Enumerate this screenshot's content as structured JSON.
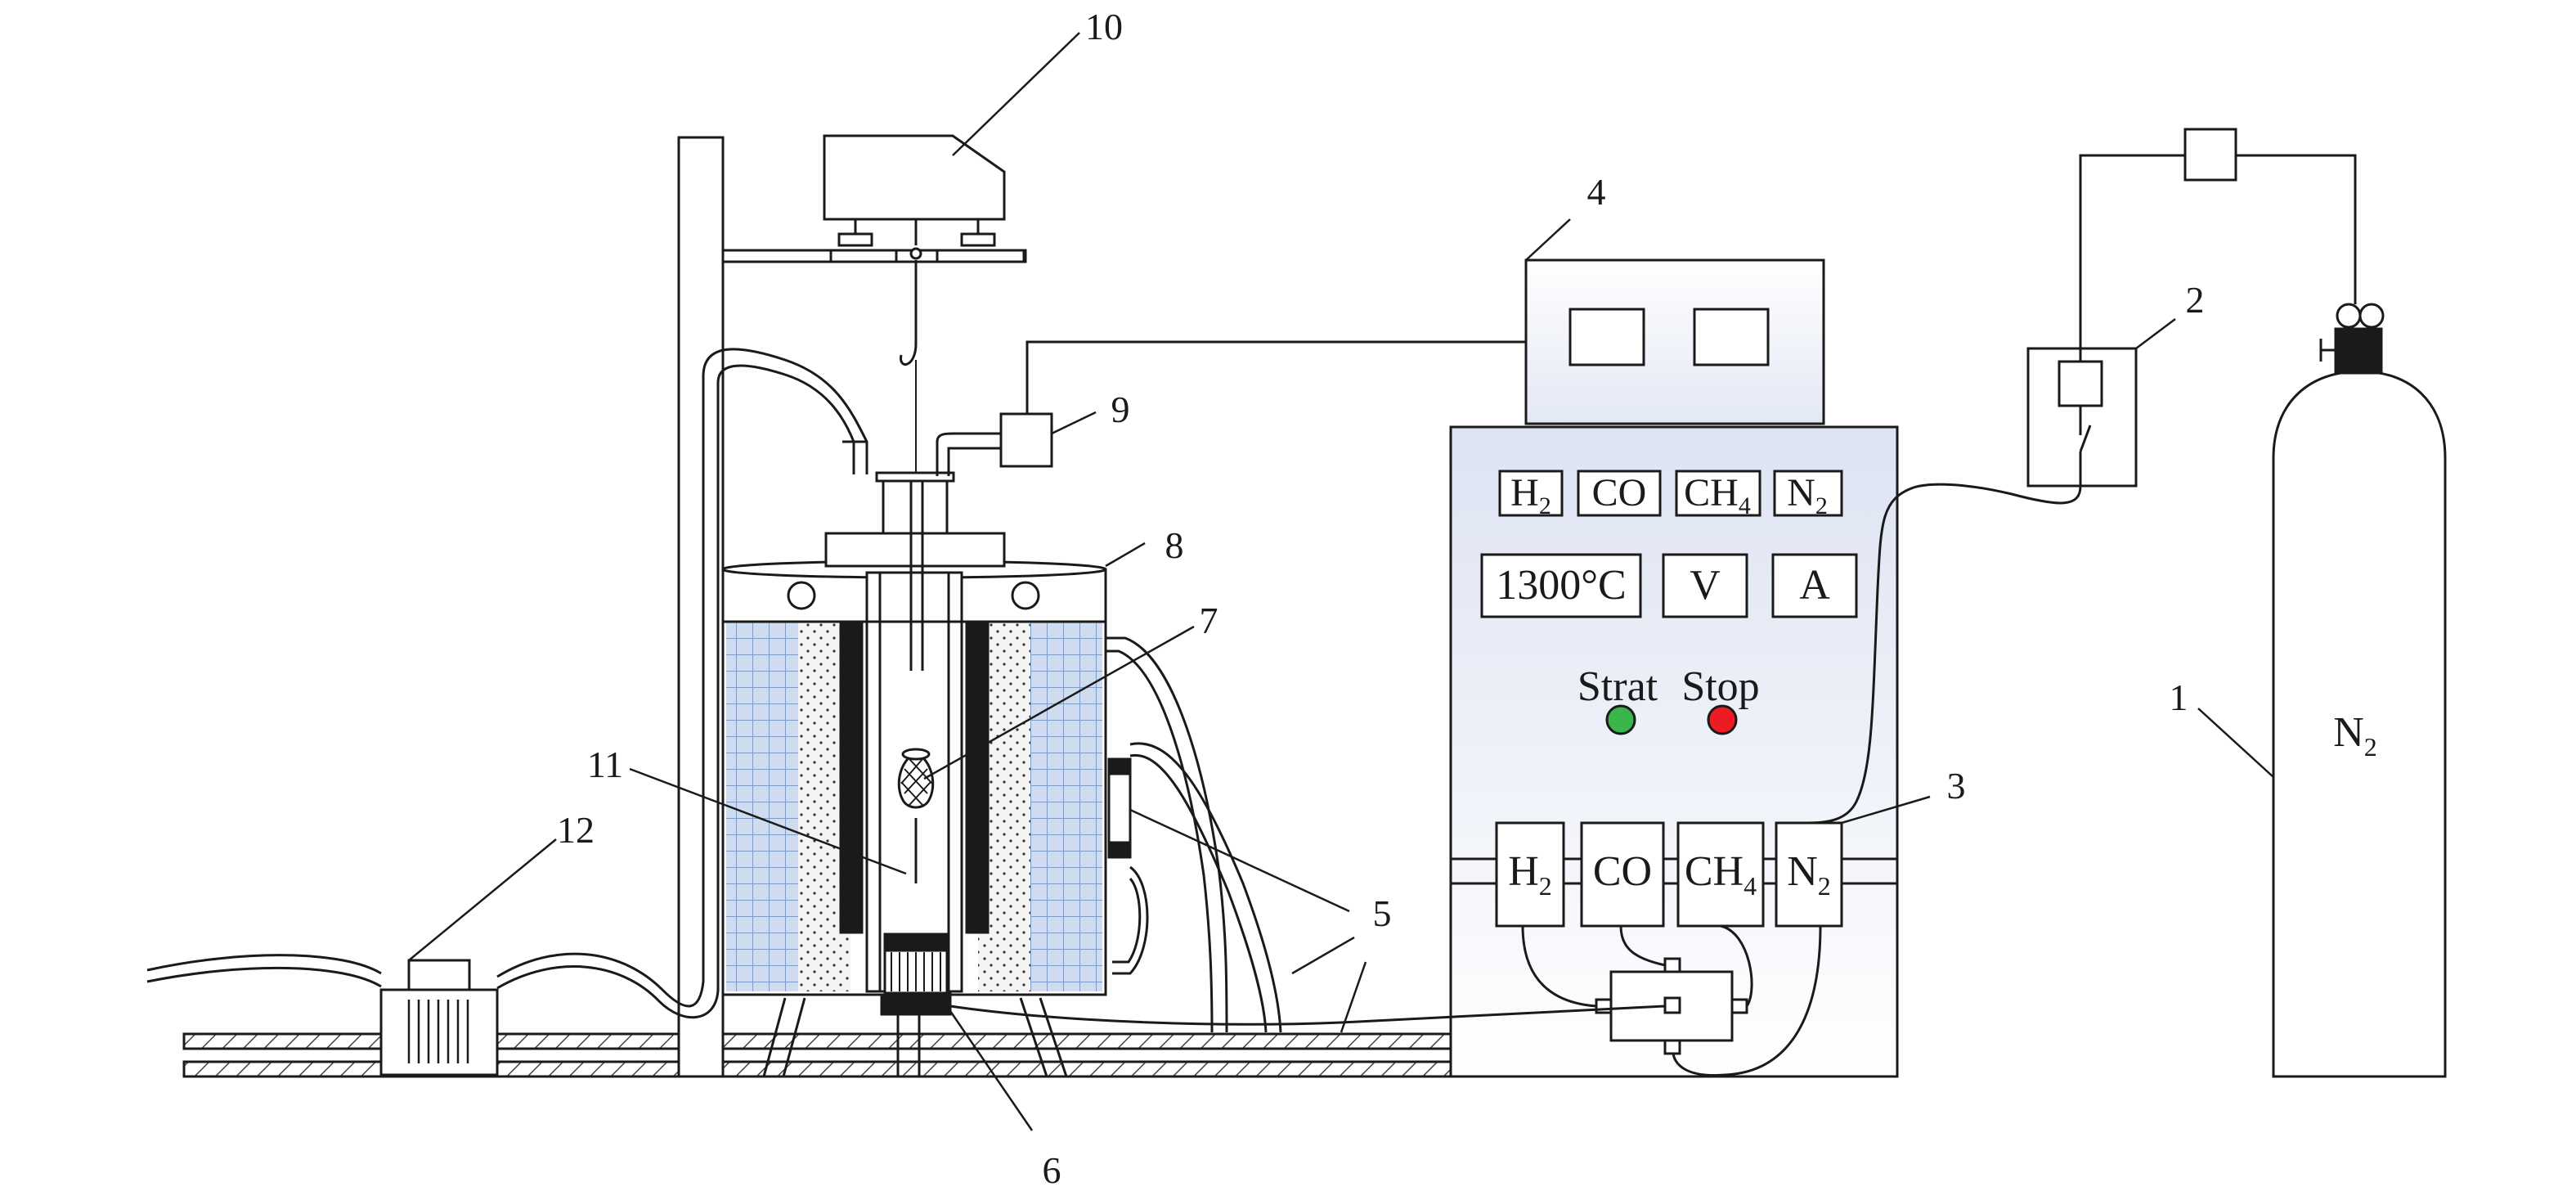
{
  "callouts": {
    "n1": "1",
    "n2": "2",
    "n3": "3",
    "n4": "4",
    "n5": "5",
    "n6": "6",
    "n7": "7",
    "n8": "8",
    "n9": "9",
    "n10": "10",
    "n11": "11",
    "n12": "12"
  },
  "cylinder": {
    "gas": "N",
    "gas_sub": "2"
  },
  "panel": {
    "gas_labels": [
      {
        "main": "H",
        "sub": "2"
      },
      {
        "main": "CO",
        "sub": ""
      },
      {
        "main": "CH",
        "sub": "4"
      },
      {
        "main": "N",
        "sub": "2"
      }
    ],
    "temperature": "1300°C",
    "voltage": "V",
    "current": "A",
    "start_label": "Strat",
    "stop_label": "Stop"
  },
  "flowmeters": [
    {
      "main": "H",
      "sub": "2"
    },
    {
      "main": "CO",
      "sub": ""
    },
    {
      "main": "CH",
      "sub": "4"
    },
    {
      "main": "N",
      "sub": "2"
    }
  ],
  "colors": {
    "line": "#1a1a1a",
    "panel_top": "#ffffff",
    "panel_bottom": "#dde3f2",
    "insulation": "#c9d9ef",
    "grid": "#8fa6cc",
    "start_button": "#39b54a",
    "stop_button": "#ed1c24"
  }
}
